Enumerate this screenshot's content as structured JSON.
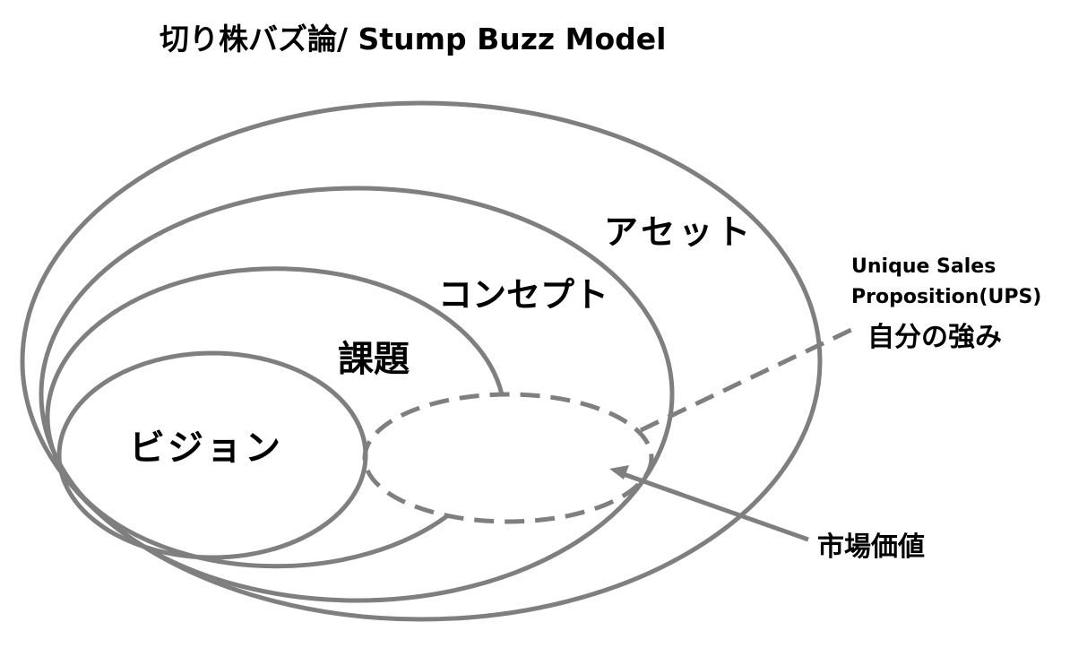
{
  "title": "切り株バズ論/ Stump Buzz Model",
  "labels": {
    "asset": "アセット",
    "concept": "コンセプト",
    "issue": "課題",
    "vision": "ビジョン",
    "usp_line1": "Unique Sales",
    "usp_line2": "Proposition(UPS)",
    "strength": "自分の強み",
    "market_value": "市場価値"
  },
  "colors": {
    "stroke": "#7f7f7f",
    "text": "#000000"
  }
}
